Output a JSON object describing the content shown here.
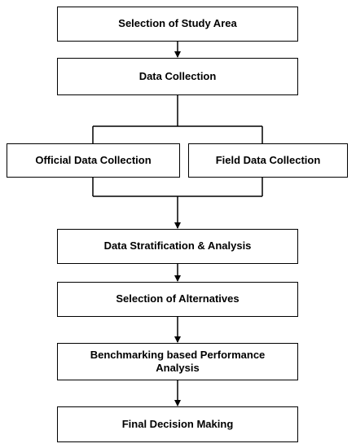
{
  "steps": {
    "study_area": "Selection of Study Area",
    "data_collection": "Data Collection",
    "official_data": "Official Data Collection",
    "field_data": "Field Data Collection",
    "stratification": "Data Stratification & Analysis",
    "alternatives": "Selection of Alternatives",
    "benchmarking": "Benchmarking based Performance Analysis",
    "final_decision": "Final Decision Making"
  }
}
